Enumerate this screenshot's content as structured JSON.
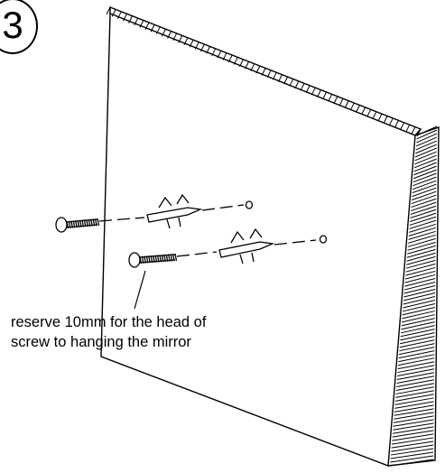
{
  "step": {
    "number": "3"
  },
  "caption": {
    "line1": "reserve 10mm for the head of",
    "line2": "screw to hanging the mirror"
  },
  "colors": {
    "ink": "#000000",
    "paper": "#ffffff"
  }
}
